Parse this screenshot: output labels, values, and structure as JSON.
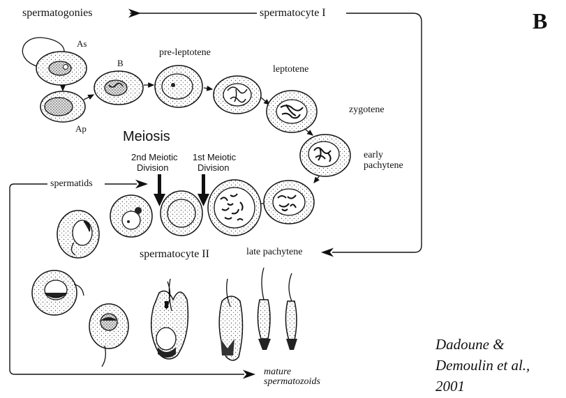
{
  "panel_letter": "B",
  "labels": {
    "spermatogonies": "spermatogonies",
    "spermatocyte_1": "spermatocyte I",
    "as": "As",
    "ap": "Ap",
    "b": "B",
    "pre_leptotene": "pre-leptotene",
    "leptotene": "leptotene",
    "zygotene": "zygotene",
    "early_pachytene_1": "early",
    "early_pachytene_2": "pachytene",
    "meiosis": "Meiosis",
    "second_div_1": "2nd Meiotic",
    "second_div_2": "Division",
    "first_div_1": "1st Meiotic",
    "first_div_2": "Division",
    "spermatids": "spermatids",
    "spermatocyte_2": "spermatocyte II",
    "late_pachytene": "late pachytene",
    "mature_1": "mature",
    "mature_2": "spermatozoids"
  },
  "citation": {
    "line1": "Dadoune &",
    "line2": "Demoulin et al.,",
    "line3": "2001"
  }
}
